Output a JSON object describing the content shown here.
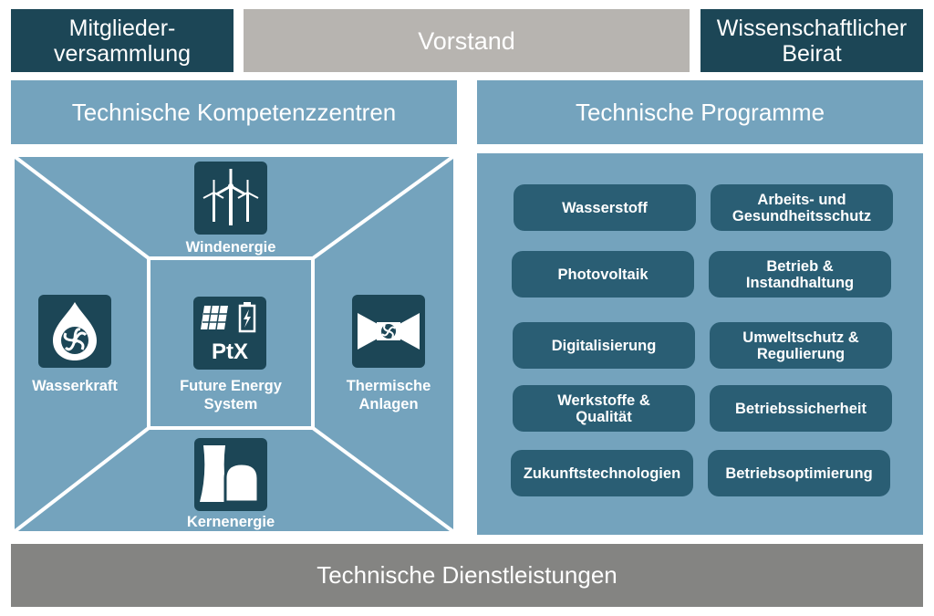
{
  "header": {
    "members": "Mitglieder-\nversammlung",
    "board": "Vorstand",
    "advisory": "Wissenschaftlicher\nBeirat"
  },
  "sections": {
    "competence": "Technische Kompetenzzentren",
    "programs": "Technische Programme",
    "services": "Technische Dienstleistungen"
  },
  "competence_centers": {
    "wind": "Windenergie",
    "hydro": "Wasserkraft",
    "future": "Future Energy\nSystem",
    "future_icon_text": "PtX",
    "thermal": "Thermische\nAnlagen",
    "nuclear": "Kernenergie"
  },
  "programs": [
    "Wasserstoff",
    "Arbeits- und\nGesundheitsschutz",
    "Photovoltaik",
    "Betrieb &\nInstandhaltung",
    "Digitalisierung",
    "Umweltschutz &\nRegulierung",
    "Werkstoffe &\nQualität",
    "Betriebssicherheit",
    "Zukunftstechnologien",
    "Betriebsoptimierung"
  ],
  "colors": {
    "dark": "#1c4656",
    "mid": "#74a3bd",
    "pill": "#2a5e74",
    "grey": "#b7b4b0",
    "bottom": "#848482"
  }
}
